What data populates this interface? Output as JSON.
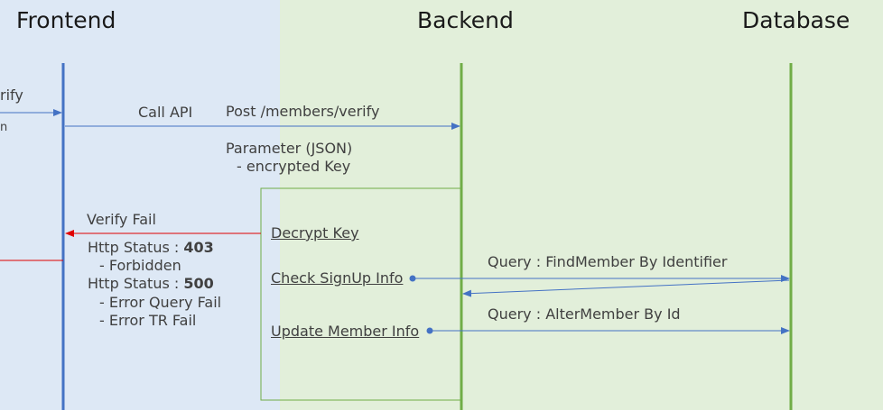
{
  "lanes": {
    "frontend": "Frontend",
    "backend": "Backend",
    "database": "Database"
  },
  "colors": {
    "frontend_lane": "#dde8f5",
    "backend_lane": "#e2efda",
    "frontend_line": "#4472c4",
    "backend_line": "#70ad47",
    "error_arrow": "#e00000",
    "text": "#404040"
  },
  "messages": {
    "cut_top": "rify",
    "cut_bottom": "n",
    "call_api": "Call API",
    "endpoint": "Post /members/verify",
    "parameter": "Parameter (JSON)",
    "param_key": "- encrypted Key",
    "verify_fail": "Verify Fail",
    "status_1_prefix": "Http Status : ",
    "status_1_code": "403",
    "status_1_detail": "- Forbidden",
    "status_2_prefix": "Http Status : ",
    "status_2_code": "500",
    "status_2_detail_1": "- Error Query Fail",
    "status_2_detail_2": "- Error TR Fail",
    "step_decrypt": "Decrypt Key",
    "step_check": "Check SignUp Info",
    "step_update": "Update Member Info",
    "query_find": "Query : FindMember By Identifier",
    "query_alter": "Query : AlterMember By Id"
  }
}
